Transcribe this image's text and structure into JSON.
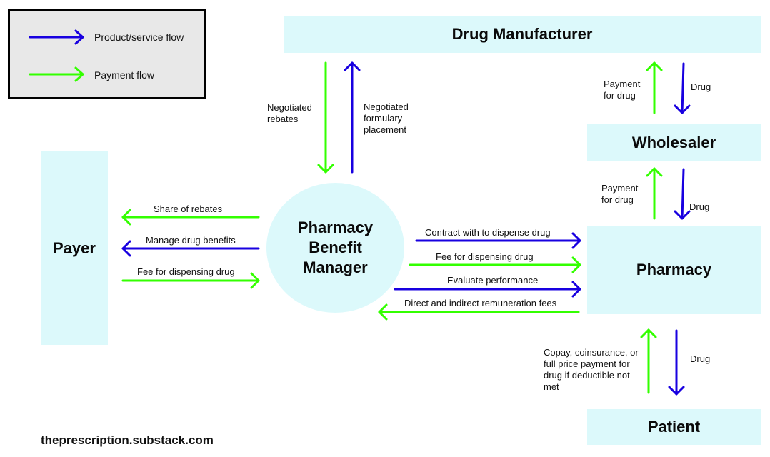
{
  "colors": {
    "box": "#dcf9fb",
    "product_flow": "#1800e0",
    "payment_flow": "#33ff00"
  },
  "legend": {
    "product_label": "Product/service flow",
    "payment_label": "Payment flow"
  },
  "nodes": {
    "manufacturer": "Drug Manufacturer",
    "wholesaler": "Wholesaler",
    "pharmacy": "Pharmacy",
    "patient": "Patient",
    "payer": "Payer",
    "pbm_line1": "Pharmacy",
    "pbm_line2": "Benefit",
    "pbm_line3": "Manager"
  },
  "labels": {
    "negotiated_rebates_1": "Negotiated",
    "negotiated_rebates_2": "rebates",
    "formulary_1": "Negotiated",
    "formulary_2": "formulary",
    "formulary_3": "placement",
    "payment_mfr_1": "Payment",
    "payment_mfr_2": "for drug",
    "drug_to_wholesaler": "Drug",
    "payment_wh_1": "Payment",
    "payment_wh_2": "for drug",
    "drug_to_pharmacy": "Drug",
    "share_of_rebates": "Share of rebates",
    "manage_drug_benefits": "Manage drug benefits",
    "fee_dispensing_payer": "Fee for dispensing drug",
    "contract_dispense": "Contract with to dispense drug",
    "fee_dispensing_pharmacy": "Fee for dispensing drug",
    "evaluate_performance": "Evaluate performance",
    "remuneration_fees": "Direct and indirect remuneration fees",
    "copay_1": "Copay, coinsurance, or",
    "copay_2": "full price payment for",
    "copay_3": "drug if deductible not",
    "copay_4": "met",
    "drug_to_patient": "Drug"
  },
  "footer": "theprescription.substack.com"
}
